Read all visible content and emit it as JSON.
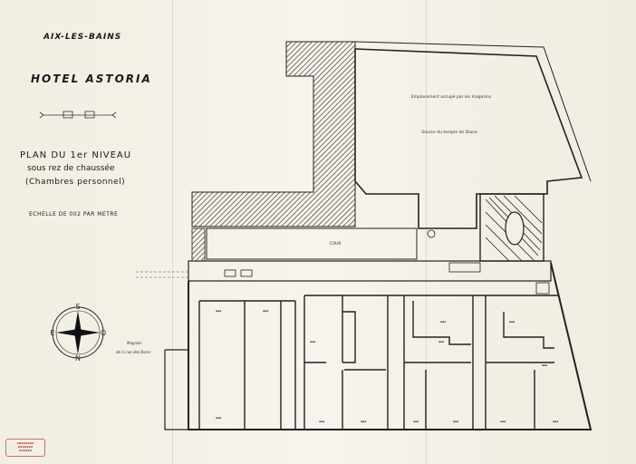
{
  "title_block": {
    "town": "AIX-LES-BAINS",
    "hotel": "HOTEL ASTORIA",
    "plan_line1": "PLAN DU 1er NIVEAU",
    "plan_line2": "sous rez de chaussée",
    "plan_line3": "(Chambres personnel)",
    "scale": "ECHELLE DE 002 PAR METRE"
  },
  "labels": {
    "emplacement": "Emplacement occupé par les magasins",
    "temple": "Source du temple de Diane",
    "cour": "COUR",
    "magasin_line1": "Magasin",
    "magasin_line2": "de la rue des Bains"
  },
  "compass": {
    "north": "N",
    "south": "S",
    "east": "E",
    "west": "O"
  },
  "colors": {
    "ink": "#1a1a1a",
    "paper": "#f3f0e6",
    "stamp": "#c65b5b"
  }
}
